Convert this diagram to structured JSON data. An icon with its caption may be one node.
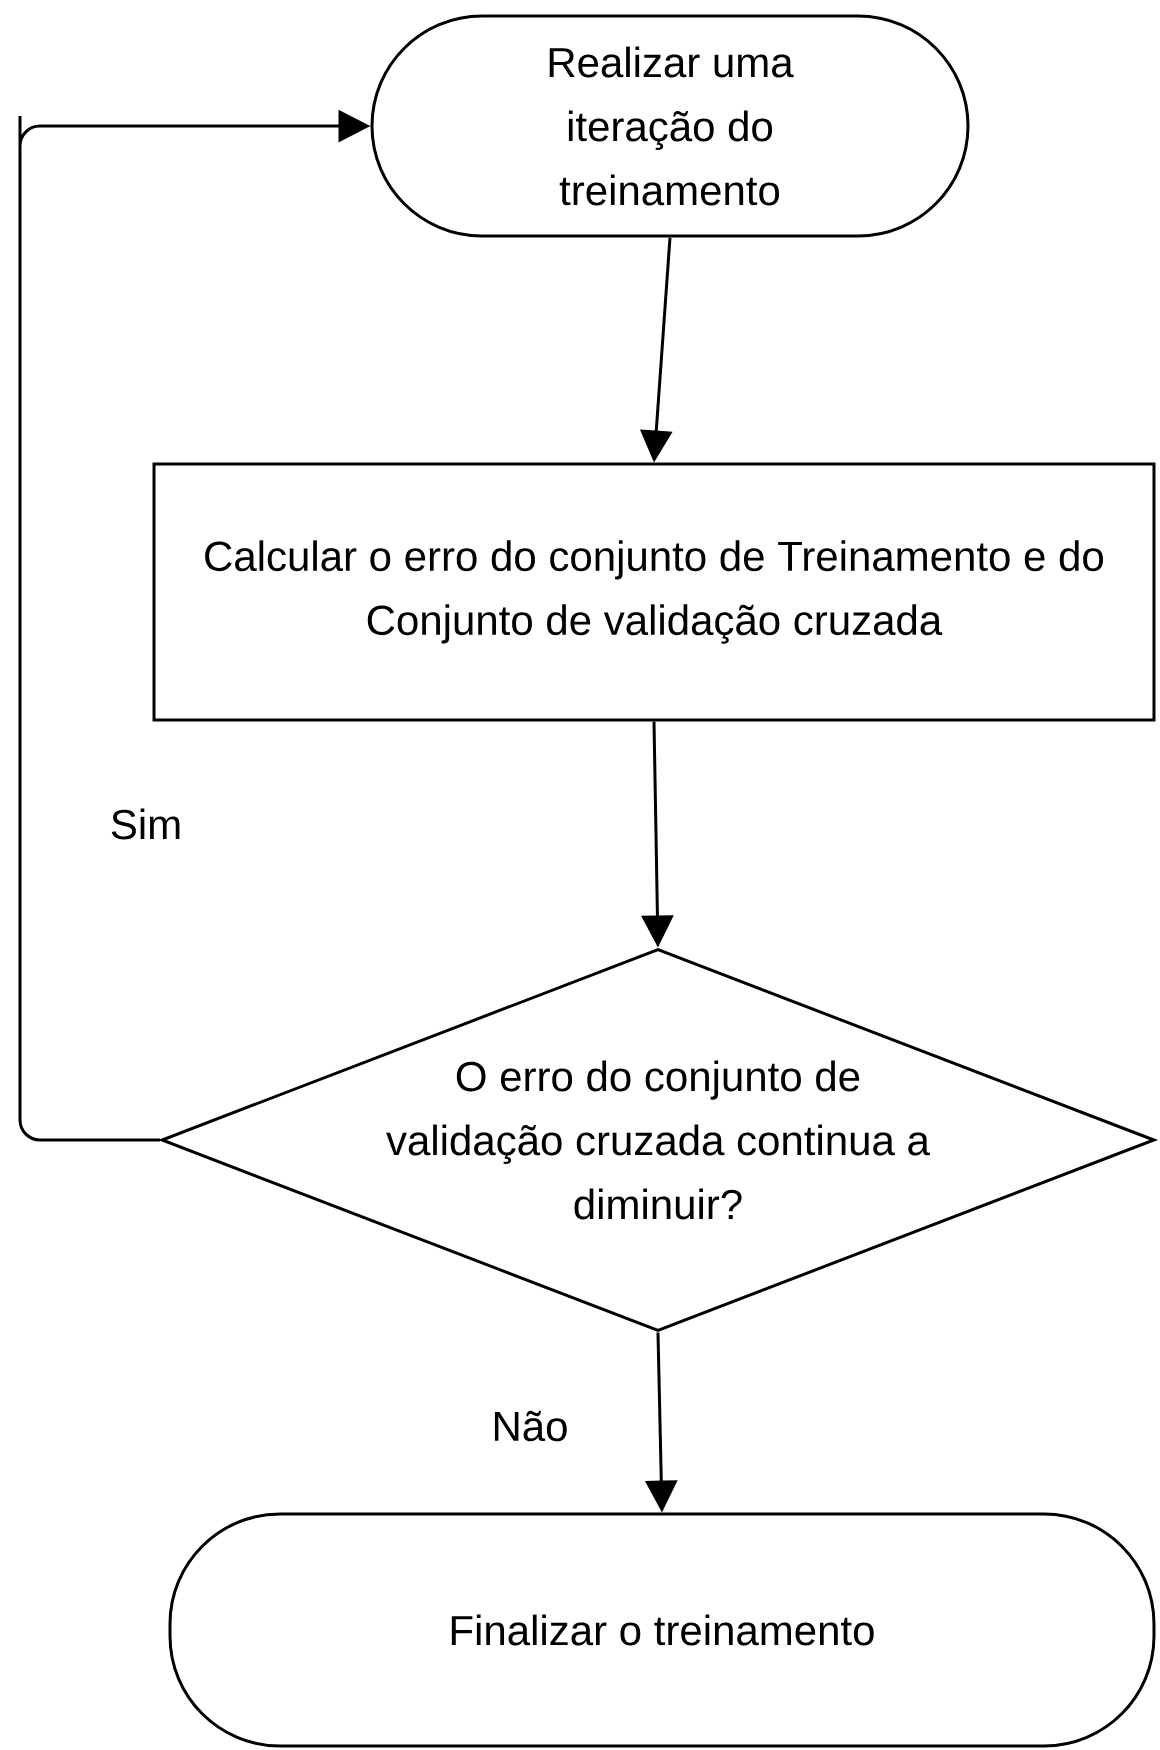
{
  "diagram": {
    "nodes": [
      {
        "text": [
          "Realizar uma iteração do treinamento"
        ]
      },
      {
        "text": [
          "Calcular o erro do conjunto de Treinamento e do Conjunto de validação cruzada"
        ]
      },
      {
        "text": [
          "O erro do conjunto de validação cruzada continua a diminuir?"
        ]
      },
      {
        "text": [
          "Finalizar o treinamento"
        ]
      }
    ],
    "edges": [
      {
        "from": 0,
        "to": 1,
        "arrow": "to"
      },
      {
        "from": 1,
        "to": 2,
        "arrow": "to"
      },
      {
        "from": 2,
        "to": 0,
        "arrow": "to",
        "label": "Sim"
      },
      {
        "from": 2,
        "to": 3,
        "arrow": "to",
        "label": "Não"
      }
    ]
  }
}
